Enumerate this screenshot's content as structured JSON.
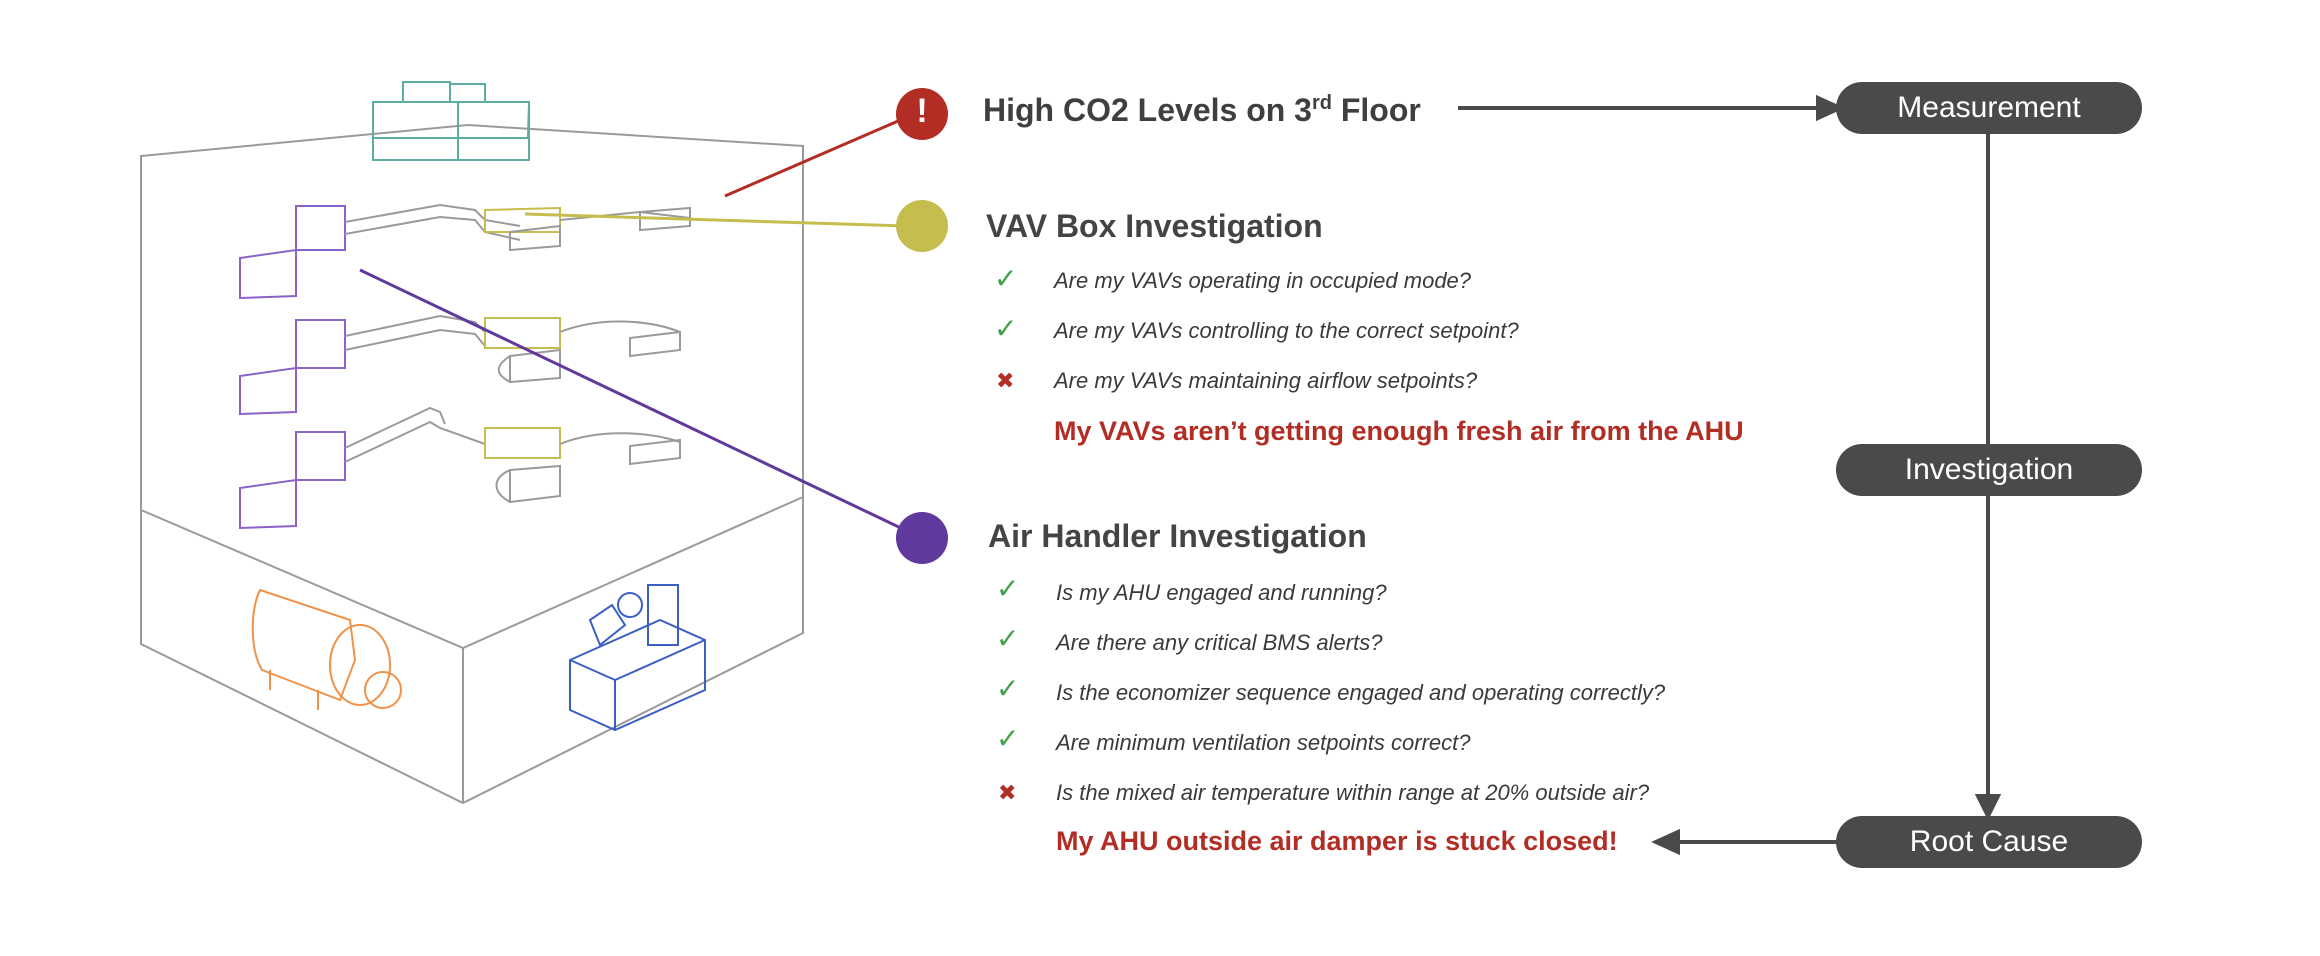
{
  "measurement": {
    "title_main": "High CO2 Levels on 3",
    "title_sup": "rd",
    "title_tail": " Floor",
    "badge_symbol": "!"
  },
  "vav": {
    "title": "VAV Box Investigation",
    "checks": [
      {
        "status": "pass",
        "mark": "✓",
        "text": "Are my VAVs operating in occupied mode?"
      },
      {
        "status": "pass",
        "mark": "✓",
        "text": "Are my VAVs controlling to the correct setpoint?"
      },
      {
        "status": "fail",
        "mark": "✖",
        "text": "Are my VAVs maintaining airflow setpoints?"
      }
    ],
    "finding": "My VAVs aren’t getting enough fresh air from the AHU"
  },
  "ahu": {
    "title": "Air Handler Investigation",
    "checks": [
      {
        "status": "pass",
        "mark": "✓",
        "text": "Is my AHU engaged and running?"
      },
      {
        "status": "pass",
        "mark": "✓",
        "text": "Are there any critical BMS alerts?"
      },
      {
        "status": "pass",
        "mark": "✓",
        "text": "Is the economizer sequence engaged and operating correctly?"
      },
      {
        "status": "pass",
        "mark": "✓",
        "text": "Are minimum ventilation setpoints correct?"
      },
      {
        "status": "fail",
        "mark": "✖",
        "text": "Is the mixed air temperature within range at 20% outside air?"
      }
    ],
    "finding": "My AHU outside air damper is stuck closed!"
  },
  "flow": {
    "steps": [
      "Measurement",
      "Investigation",
      "Root Cause"
    ]
  },
  "colors": {
    "alert": "#b22d24",
    "vav": "#c5bd4e",
    "ahu": "#5f3a9c",
    "pill": "#4a4a4a",
    "check": "#3ea24a"
  },
  "illustration_icons": [
    "building-outline-icon",
    "rooftop-unit-icon",
    "vav-box-icon",
    "air-handler-icon",
    "boiler-icon",
    "chiller-icon"
  ]
}
